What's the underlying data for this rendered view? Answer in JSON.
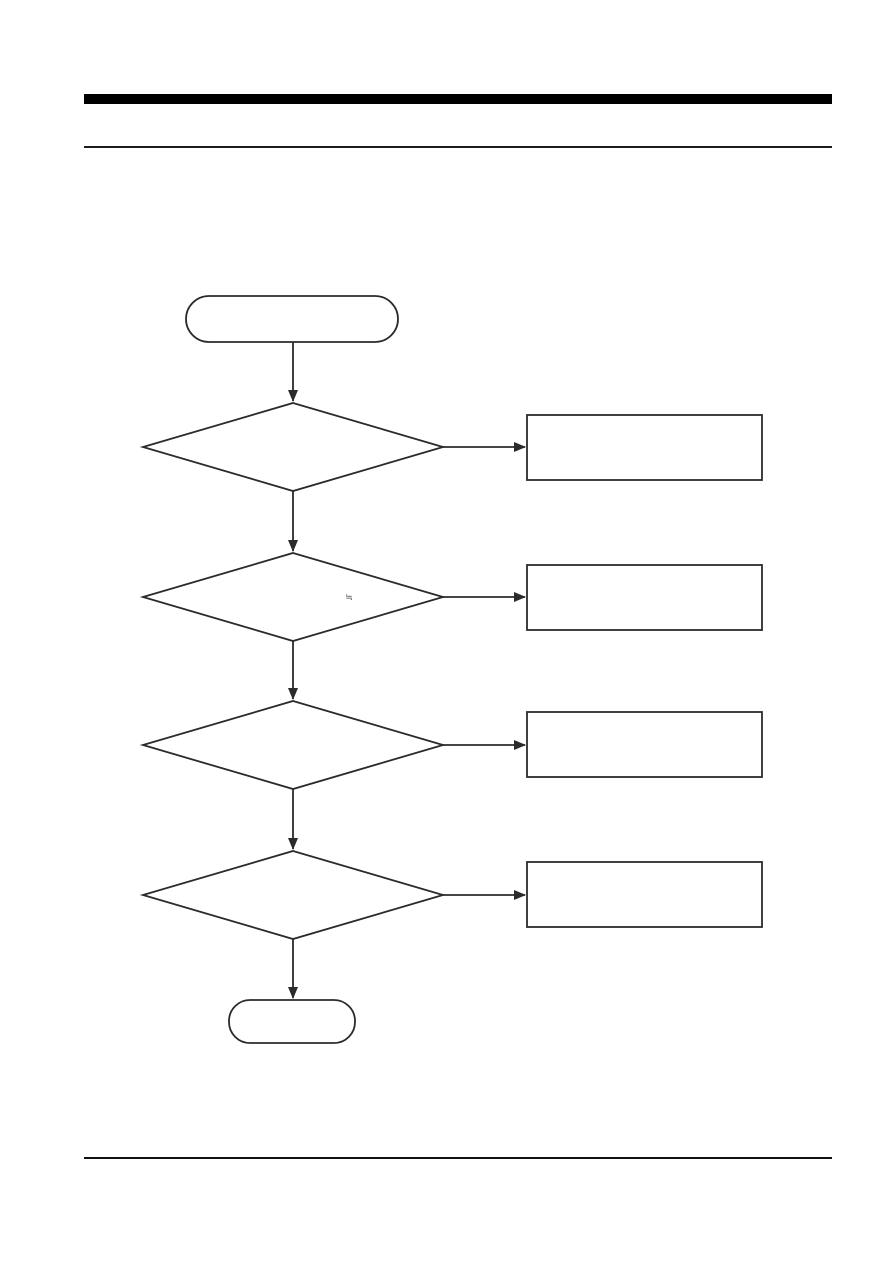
{
  "page": {
    "background_color": "#ffffff",
    "header_bar_color": "#000000",
    "rule_color": "#1c1c1c",
    "stroke_color": "#2b2b2b"
  },
  "diagram": {
    "type": "flowchart",
    "orientation": "top-down",
    "nodes": {
      "start": {
        "shape": "terminator",
        "label": ""
      },
      "decision_1": {
        "shape": "diamond",
        "label": ""
      },
      "decision_2": {
        "shape": "diamond",
        "label": "",
        "artifact_glyph": "≒"
      },
      "decision_3": {
        "shape": "diamond",
        "label": ""
      },
      "decision_4": {
        "shape": "diamond",
        "label": ""
      },
      "action_1": {
        "shape": "process",
        "label": ""
      },
      "action_2": {
        "shape": "process",
        "label": ""
      },
      "action_3": {
        "shape": "process",
        "label": ""
      },
      "action_4": {
        "shape": "process",
        "label": ""
      },
      "end": {
        "shape": "terminator",
        "label": ""
      }
    },
    "edges": [
      {
        "from": "start",
        "to": "decision_1",
        "label": ""
      },
      {
        "from": "decision_1",
        "to": "action_1",
        "label": ""
      },
      {
        "from": "decision_1",
        "to": "decision_2",
        "label": ""
      },
      {
        "from": "decision_2",
        "to": "action_2",
        "label": ""
      },
      {
        "from": "decision_2",
        "to": "decision_3",
        "label": ""
      },
      {
        "from": "decision_3",
        "to": "action_3",
        "label": ""
      },
      {
        "from": "decision_3",
        "to": "decision_4",
        "label": ""
      },
      {
        "from": "decision_4",
        "to": "action_4",
        "label": ""
      },
      {
        "from": "decision_4",
        "to": "end",
        "label": ""
      }
    ]
  }
}
